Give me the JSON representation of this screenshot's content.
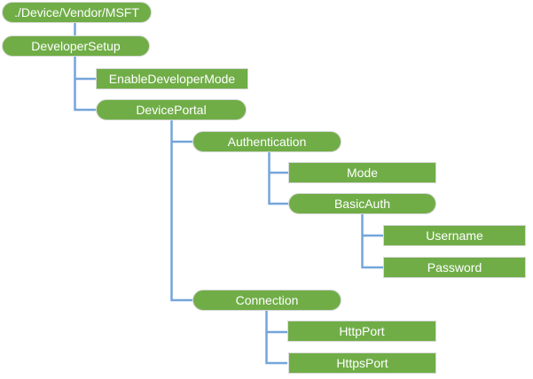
{
  "diagram": {
    "type": "tree",
    "background": "#FFFFFF",
    "colors": {
      "node_fill": "#70AD47",
      "node_border": "#D9D9D9",
      "connector": "#74A5DA",
      "node_text": "#FFFFFF"
    },
    "nodes": [
      {
        "label": "./Device/Vendor/MSFT",
        "shape": "rounded",
        "parent": null
      },
      {
        "label": "DeveloperSetup",
        "shape": "rounded",
        "parent": "./Device/Vendor/MSFT"
      },
      {
        "label": "EnableDeveloperMode",
        "shape": "rectangle",
        "parent": "DeveloperSetup"
      },
      {
        "label": "DevicePortal",
        "shape": "rounded",
        "parent": "DeveloperSetup"
      },
      {
        "label": "Authentication",
        "shape": "rounded",
        "parent": "DevicePortal"
      },
      {
        "label": "Mode",
        "shape": "rectangle",
        "parent": "Authentication"
      },
      {
        "label": "BasicAuth",
        "shape": "rounded",
        "parent": "Authentication"
      },
      {
        "label": "Username",
        "shape": "rectangle",
        "parent": "BasicAuth"
      },
      {
        "label": "Password",
        "shape": "rectangle",
        "parent": "BasicAuth"
      },
      {
        "label": "Connection",
        "shape": "rounded",
        "parent": "DevicePortal"
      },
      {
        "label": "HttpPort",
        "shape": "rectangle",
        "parent": "Connection"
      },
      {
        "label": "HttpsPort",
        "shape": "rectangle",
        "parent": "Connection"
      }
    ]
  }
}
